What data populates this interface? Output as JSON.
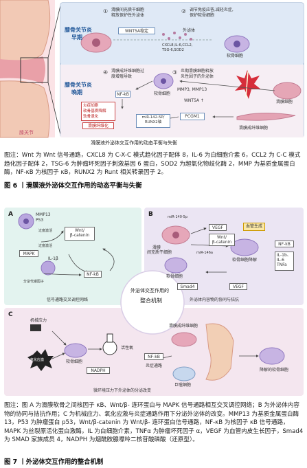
{
  "fig6": {
    "knee_label": "膝关节",
    "early_label_1": "膝骨关节炎",
    "early_label_2": "早期",
    "late_label_1": "膝骨关节炎",
    "late_label_2": "晚期",
    "step1_num": "①",
    "step1_text_1": "滑膜间充质干细胞",
    "step1_text_2": "释放保护性外泌体",
    "step2_num": "②",
    "step2_text_1": "调节免疫应答,减轻炎症,",
    "step2_text_2": "保护软骨细胞",
    "step3_num": "③",
    "step3_text_1": "炎期滑膜细胞释放",
    "step3_text_2": "炎性因子的外泌体",
    "step4_num": "④",
    "step4_text_1": "滑膜成纤维细胞过",
    "step4_text_2": "度增殖导致",
    "wnt5a_box": "WNT5A稳定",
    "exosome_label": "外泌体",
    "cytokines_1": "CXCL8,IL-6,CCL2,",
    "cytokines_2": "TSG-6,SOD2",
    "chondrocyte_label": "软骨细胞",
    "synoviocyte_label": "滑膜细胞",
    "nfkb_box": "NF-kB",
    "mmp_label": "MMP3, MMP13",
    "chondro2_label": "软骨细胞",
    "wnt5a_arrow": "WNT5A ↑",
    "effects": [
      "炎症加剧",
      "软骨基质降解",
      "软骨退化"
    ],
    "fibrosis_box": "滑膜纤维化",
    "mir_box_1": "miR-142-5P/",
    "mir_box_2": "RUNX2轴",
    "pcgm1_box": "PCGM1",
    "fibroblast_label": "滑膜成纤维细胞",
    "bottom_title": "滑膜液外泌体交互作用的动态平衡与失衡"
  },
  "caption6": {
    "text": "图注：Wnt 为 Wnt 信号通路，CXCL8 为 C-X-C 模式趋化因子配体 8，IL-6 为白细胞介素 6，CCL2 为 C-C 模式趋化因子配体 2，TSG-6 为肿瘤坏死因子刺激基因 6 蛋白，SOD2 为超氧化物歧化酶 2，MMP 为基质金属蛋白酶，NF-κB 为核因子 κB，RUNX2 为 Runt 相关转录因子 2。",
    "figure_title": "图 6 丨滑膜液外泌体交互作用的动态平衡与失衡"
  },
  "fig7": {
    "A_letter": "A",
    "B_letter": "B",
    "C_letter": "C",
    "A_mmp13": "MMP13",
    "A_p53": "P53",
    "A_over1": "过度激活",
    "A_over2": "过度激活",
    "A_wnt": "Wnt/",
    "A_wnt2": "β-catenin",
    "A_il1b": "IL-1β",
    "A_mapk": "MAPK",
    "A_nfkb": "NF-kB",
    "A_secrete": "分泌代谢因子",
    "A_caption": "信号通路交叉调控网络",
    "B_mir": "miR-140-5p",
    "B_mir2": "miR-146a",
    "B_vegf1": "VEGF",
    "B_vascular": "血管生成",
    "B_wnt": "Wnt/",
    "B_wnt2": "β-catenin",
    "B_msc_1": "滑膜",
    "B_msc_2": "间充质干细胞",
    "B_cartilage_deg": "软骨细胞降解",
    "B_nfkb": "NF-kB",
    "B_cyto": [
      "IL-1b、",
      "IL-6",
      "TNFa"
    ],
    "B_chondro": "软骨细胞",
    "B_smad4": "Smad4",
    "B_vegf2": "VEGF",
    "B_caption": "外泌体内容物的协同与拮抗",
    "center_1": "外泌体交互作用的",
    "center_2": "整合机制",
    "C_mech": "机械应力",
    "C_ox": "氧化应激",
    "C_chondro": "软骨细胞",
    "C_ros": "活性氧",
    "C_nadph": "NADPH",
    "C_fibro": "滑膜成纤维细胞",
    "C_nfkb": "NF-kB",
    "C_inflam": "炎症通路",
    "C_macro": "巨噬细胞",
    "C_degr": "降解的软骨细胞",
    "C_caption": "微环境压力下外泌体的分泌改变"
  },
  "caption7": {
    "text": "图注：图 A 为滑膜软骨之间核因子 κB、Wnt/β- 连环蛋白与 MAPK 信号通路相互交叉调控网络；B 为外泌体内容物的协同与拮抗作用；C 为机械应力、氧化应激与炎症通路作用下分泌外泌体的改变。MMP13 为基质金属蛋白酶 13，P53 为肿瘤蛋白 p53，Wnt/β-catenin 为 Wnt/β- 连环蛋白信号通路，NF-κB 为核因子 κB 信号通路，MAPK 为丝裂原活化蛋白激酶，IL 为白细胞介素，TNFα 为肿瘤坏死因子 α，VEGF 为血管内皮生长因子，Smad4 为 SMAD 家族成员 4，NADPH 为烟酰胺腺嘌呤二核苷酸磷酸（还原型）。",
    "figure_title": "图 7 丨外泌体交互作用的整合机制"
  }
}
